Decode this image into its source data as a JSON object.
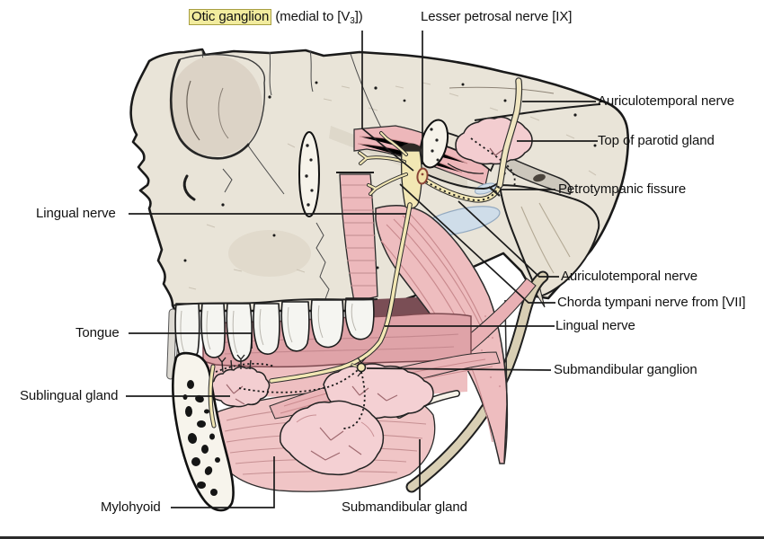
{
  "labels": {
    "otic": {
      "highlight": "Otic ganglion",
      "pre": " (medial to [V",
      "sub": "3",
      "post": "])"
    },
    "lesser_petrosal": "Lesser petrosal nerve [IX]",
    "auriculotemporal_top": "Auriculotemporal nerve",
    "top_of_parotid": "Top of parotid gland",
    "petrotympanic": "Petrotympanic fissure",
    "auriculotemporal_mid": "Auriculotemporal nerve",
    "chorda_tympani": "Chorda tympani nerve from [VII]",
    "lingual_right": "Lingual nerve",
    "submandibular_ganglion": "Submandibular ganglion",
    "lingual_left": "Lingual nerve",
    "tongue": "Tongue",
    "sublingual_gland": "Sublingual gland",
    "mylohyoid": "Mylohyoid",
    "submandibular_gland": "Submandibular gland"
  },
  "colors": {
    "background": "#ffffff",
    "bone": "#e9e4d8",
    "bone_shade": "#d7cfc1",
    "muscle": "#efc0c2",
    "muscle_dark": "#e5adb0",
    "gland": "#f4d0d3",
    "nerve": "#f2e7b4",
    "cartilage_blue": "#cfdde9",
    "tan_band": "#d9cfb4",
    "highlight_bg": "#f2ec9e",
    "highlight_border": "#a89f42",
    "text": "#111111",
    "outline": "#1c1c1c"
  }
}
